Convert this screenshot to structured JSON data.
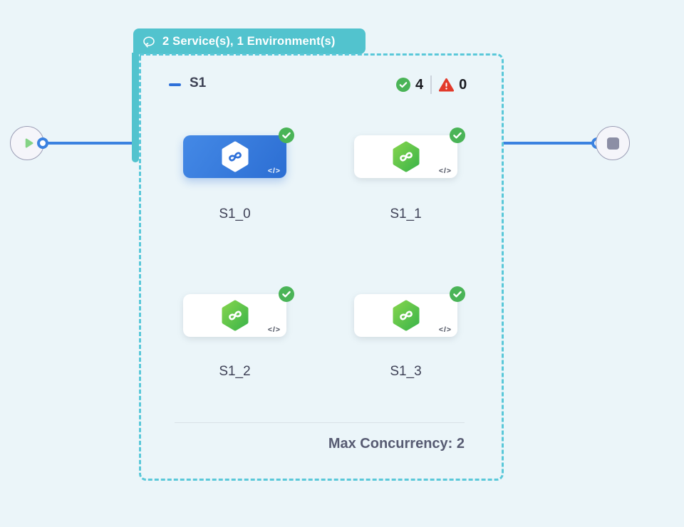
{
  "badge": {
    "label": "2 Service(s), 1 Environment(s)",
    "icon": "loop-retry-icon"
  },
  "stage": {
    "name": "S1",
    "success_count": "4",
    "failed_count": "0",
    "max_concurrency_label": "Max Concurrency: 2",
    "services": [
      {
        "label": "S1_0",
        "selected": true,
        "status": "success"
      },
      {
        "label": "S1_1",
        "selected": false,
        "status": "success"
      },
      {
        "label": "S1_2",
        "selected": false,
        "status": "success"
      },
      {
        "label": "S1_3",
        "selected": false,
        "status": "success"
      }
    ]
  },
  "icons": {
    "code_label": "</>"
  },
  "nodes": {
    "start": "play",
    "end": "stop"
  },
  "colors": {
    "background": "#ebf5f9",
    "badge_teal": "#52c3ce",
    "dashed_border": "#5ac8d9",
    "edge_blue": "#3b82e0",
    "selected_card_blue": "#2e70d9",
    "success_green": "#4ab457",
    "hex_green": "#3db54a",
    "error_red": "#e23a2b",
    "play_green": "#85d386",
    "stop_gray": "#8c8ea5"
  }
}
